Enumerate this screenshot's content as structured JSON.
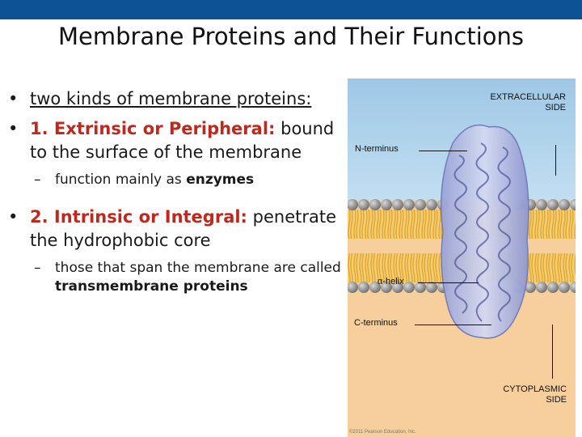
{
  "slide": {
    "title": "Membrane Proteins and Their Functions",
    "bullets": [
      {
        "text": "two kinds of membrane proteins:"
      },
      {
        "label": "1. Extrinsic or Peripheral:",
        "text": " bound to the surface of the membrane"
      },
      {
        "pre": "function mainly as ",
        "bold": "enzymes"
      },
      {
        "label": "2. Intrinsic or Integral:",
        "text": "  penetrate the hydrophobic core"
      },
      {
        "pre": "those that span the membrane are called ",
        "bold": "transmembrane proteins"
      }
    ]
  },
  "figure": {
    "labels": {
      "extracellular": "EXTRACELLULAR SIDE",
      "n_terminus": "N-terminus",
      "alpha_helix": "α-helix",
      "c_terminus": "C-terminus",
      "cytoplasmic": "CYTOPLASMIC SIDE",
      "copyright": "©2011 Pearson Education, Inc."
    },
    "colors": {
      "extracellular_bg": "#a9d0ea",
      "cytoplasm_bg": "#f6cf9c",
      "phospholipid_head": "#8e8e8e",
      "lipid_tail": "#f0b940",
      "protein": "#b8c0e6"
    }
  }
}
